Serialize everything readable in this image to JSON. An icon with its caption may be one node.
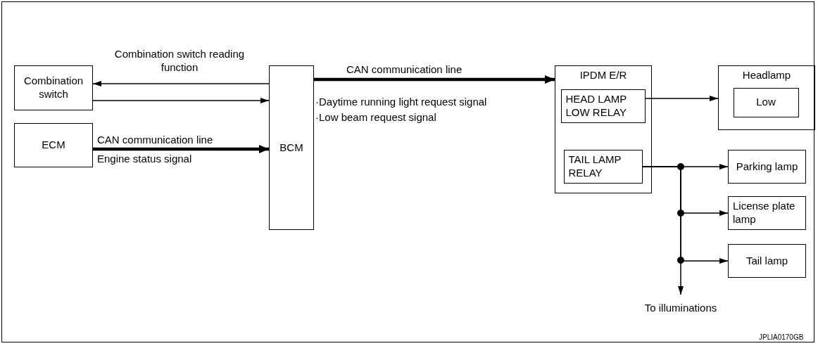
{
  "diagram": {
    "nodes": [
      {
        "text": [
          "Combination switch"
        ]
      },
      {
        "text": [
          "ECM"
        ]
      },
      {
        "text": [
          "BCM"
        ]
      },
      {
        "text": [
          "IPDM E/R"
        ]
      },
      {
        "text": [
          "HEAD LAMP LOW RELAY"
        ],
        "in": 3
      },
      {
        "text": [
          "TAIL LAMP RELAY"
        ],
        "in": 3
      },
      {
        "text": [
          "Headlamp"
        ]
      },
      {
        "text": [
          "Low"
        ],
        "in": 6
      },
      {
        "text": [
          "Parking lamp"
        ]
      },
      {
        "text": [
          "License plate lamp"
        ]
      },
      {
        "text": [
          "Tail lamp"
        ]
      },
      {
        "text": [
          "To illuminations"
        ]
      }
    ],
    "edges": [
      {
        "from": 2,
        "to": 0,
        "arrow": "to",
        "label": "Combination switch reading function"
      },
      {
        "from": 0,
        "to": 2,
        "arrow": "to"
      },
      {
        "from": 1,
        "to": 2,
        "arrow": "to",
        "style": "thick",
        "label": "CAN communication line"
      },
      {
        "from": 2,
        "to": 3,
        "arrow": "to",
        "style": "thick",
        "label": "CAN communication line"
      },
      {
        "from": 4,
        "to": 6,
        "arrow": "to"
      },
      {
        "from": 5,
        "to": 8,
        "arrow": "to"
      },
      {
        "from": 5,
        "to": 9,
        "arrow": "to"
      },
      {
        "from": 5,
        "to": 10,
        "arrow": "to"
      },
      {
        "from": 5,
        "to": 11,
        "arrow": "to"
      }
    ],
    "labels": [
      "Engine status signal",
      "·Daytime running light request signal",
      "·Low beam request signal",
      "JPLIA0170GB"
    ]
  }
}
